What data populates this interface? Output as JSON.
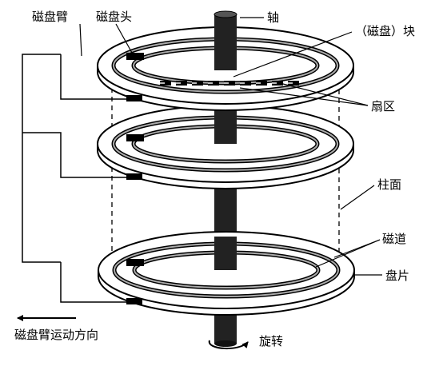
{
  "labels": {
    "arm": "磁盘臂",
    "head": "磁盘头",
    "spindle": "轴",
    "block": "（磁盘）块",
    "sector": "扇区",
    "cylinder": "柱面",
    "track": "磁道",
    "platter": "盘片",
    "arm_direction": "磁盘臂运动方向",
    "rotation": "旋转"
  },
  "colors": {
    "ink": "#000000",
    "track_fill": "#9a9a9a",
    "platter_fill": "#ffffff",
    "spindle_fill": "#222222"
  }
}
